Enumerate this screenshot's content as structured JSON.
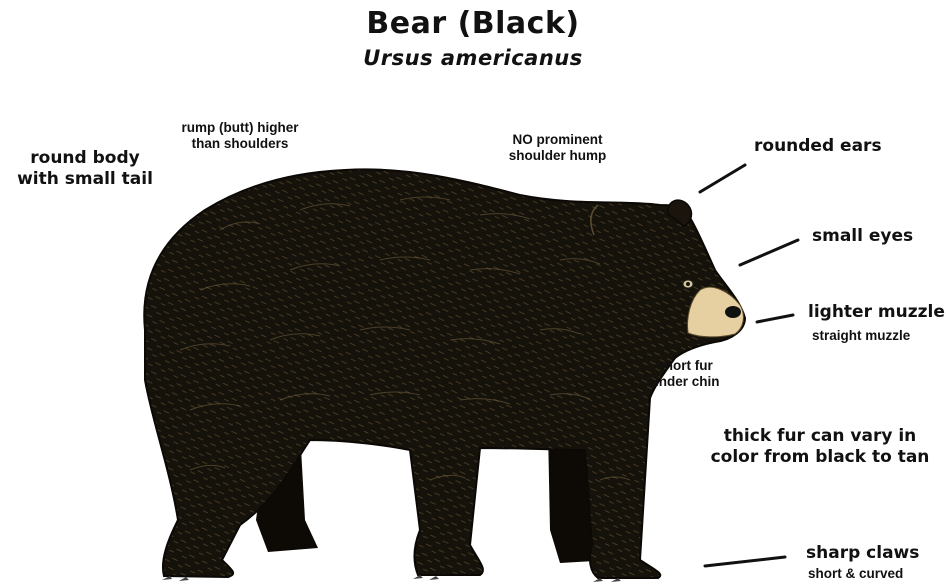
{
  "header": {
    "title": "Bear (Black)",
    "subtitle": "Ursus americanus"
  },
  "labels": {
    "round_body": [
      "round body",
      "with small tail"
    ],
    "rump": [
      "rump (butt) higher",
      "than shoulders"
    ],
    "shoulder": [
      "NO prominent",
      "shoulder hump"
    ],
    "ears": "rounded ears",
    "eyes": "small eyes",
    "muzzle": "lighter muzzle",
    "muzzle_shape": "straight muzzle",
    "chin": [
      "short fur",
      "under chin"
    ],
    "fur": [
      "thick fur can vary in",
      "color from black to tan"
    ],
    "claws": "sharp claws",
    "claws_shape": "short & curved"
  },
  "colors": {
    "fur_dark": "#15110b",
    "fur_highlight": "#7a6840",
    "muzzle": "#e6cfa0",
    "leader_line": "#111111"
  },
  "icons": {
    "bear": "black-bear-illustration"
  }
}
